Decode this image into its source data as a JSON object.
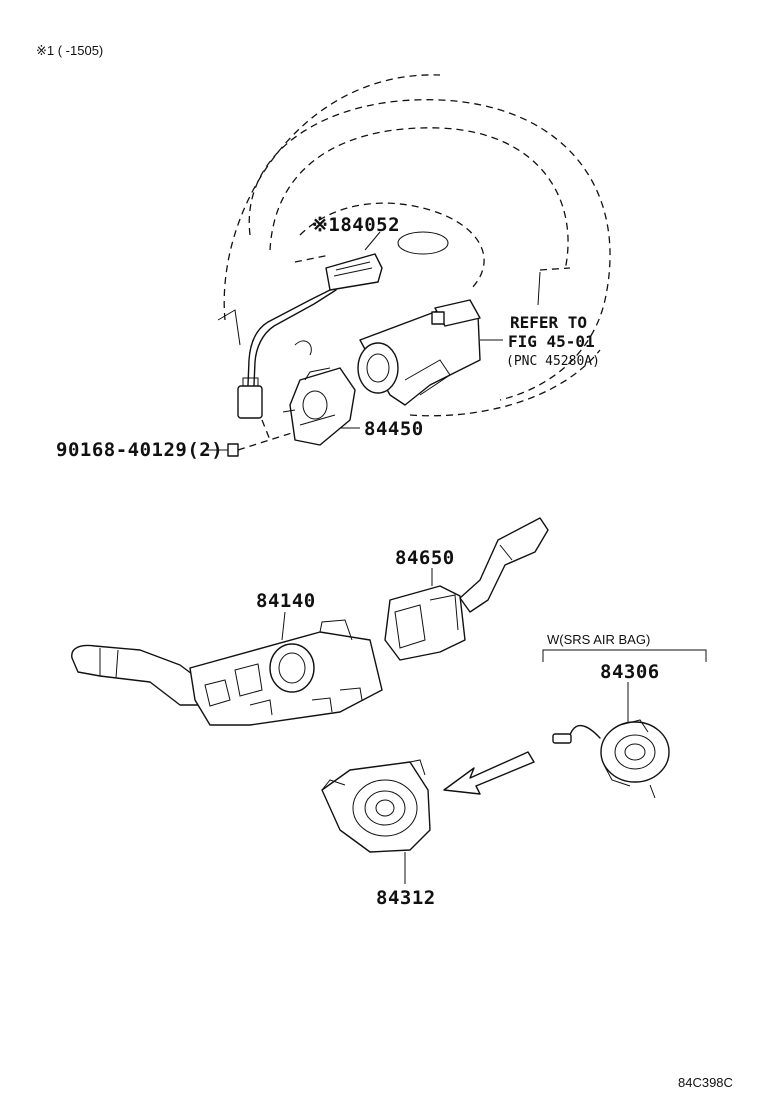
{
  "header_note": "※1 (      -1505)",
  "parts": {
    "p84052": "※184052",
    "p84450": "84450",
    "p90168": "90168-40129(2)",
    "p84650": "84650",
    "p84140": "84140",
    "p84306": "84306",
    "p84312": "84312"
  },
  "refer": {
    "line1": "REFER TO",
    "line2": "FIG 45-01",
    "line3": "(PNC 45280A)"
  },
  "srs_label": "W(SRS AIR BAG)",
  "figure_code": "84C398C"
}
